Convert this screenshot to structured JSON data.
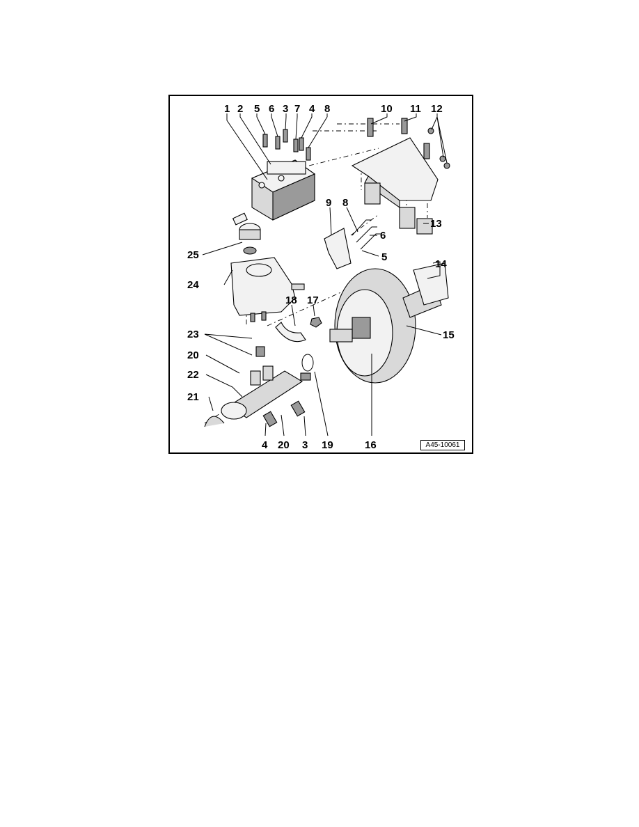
{
  "figure": {
    "reference_code": "A45-10061"
  },
  "callouts": {
    "c1": "1",
    "c2": "2",
    "c5a": "5",
    "c6a": "6",
    "c3a": "3",
    "c7": "7",
    "c4a": "4",
    "c8a": "8",
    "c10": "10",
    "c11": "11",
    "c12": "12",
    "c9": "9",
    "c8b": "8",
    "c6b": "6",
    "c5b": "5",
    "c13": "13",
    "c25": "25",
    "c24": "24",
    "c14": "14",
    "c18": "18",
    "c17": "17",
    "c15": "15",
    "c23": "23",
    "c20a": "20",
    "c22": "22",
    "c21": "21",
    "c4b": "4",
    "c20b": "20",
    "c3b": "3",
    "c19": "19",
    "c16": "16"
  }
}
